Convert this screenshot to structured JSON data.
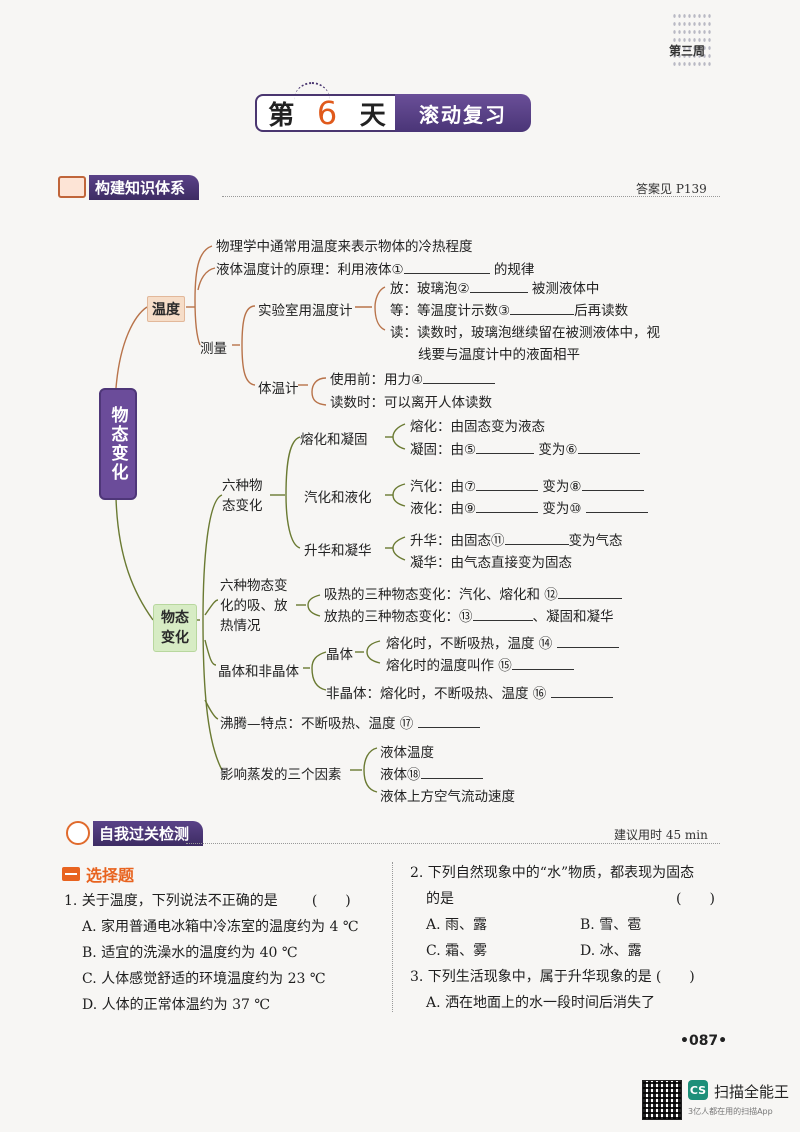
{
  "header": {
    "week": "第三周"
  },
  "title": {
    "prefix": "第",
    "day": "6",
    "suffix": "天",
    "subtitle": "滚动复习"
  },
  "section1": {
    "label": "构建知识体系",
    "answer_ref": "答案见 P139"
  },
  "mindmap": {
    "root": "物态变化",
    "temp": {
      "label": "温度",
      "def": "物理学中通常用温度来表示物体的冷热程度",
      "principle_pre": "液体温度计的原理：利用液体①",
      "principle_post": "的规律",
      "measure": "测量",
      "lab": "实验室用温度计",
      "lab_put_pre": "放：玻璃泡②",
      "lab_put_post": "被测液体中",
      "lab_wait_pre": "等：等温度计示数③",
      "lab_wait_post": "后再读数",
      "lab_read_1": "读：读数时，玻璃泡继续留在被测液体中，视",
      "lab_read_2": "线要与温度计中的液面相平",
      "clinical": "体温计",
      "clin_before": "使用前：用力④",
      "clin_read": "读数时：可以离开人体读数"
    },
    "state": {
      "label": "物态变化",
      "six": "六种物态变化",
      "melt_group": "熔化和凝固",
      "melt": "熔化：由固态变为液态",
      "solidify_pre": "凝固：由⑤",
      "solidify_mid": "变为⑥",
      "vapor_group": "汽化和液化",
      "vapor_pre": "汽化：由⑦",
      "vapor_mid": "变为⑧",
      "liquefy_pre": "液化：由⑨",
      "liquefy_mid": "变为⑩",
      "sub_group": "升华和凝华",
      "sub_pre": "升华：由固态⑪",
      "sub_post": "变为气态",
      "desub": "凝华：由气态直接变为固态",
      "heat_group": "六种物态变化的吸、放热情况",
      "absorb_pre": "吸热的三种物态变化：汽化、熔化和 ⑫",
      "release_pre": "放热的三种物态变化：⑬",
      "release_post": "、凝固和凝华",
      "crystal_group": "晶体和非晶体",
      "crystal": "晶体",
      "crystal_1": "熔化时，不断吸热，温度 ⑭",
      "crystal_2": "熔化时的温度叫作 ⑮",
      "noncrystal": "非晶体：熔化时，不断吸热、温度 ⑯",
      "boil": "沸腾—特点：不断吸热、温度 ⑰",
      "evap_group": "影响蒸发的三个因素",
      "evap_1": "液体温度",
      "evap_2": "液体⑱",
      "evap_3": "液体上方空气流动速度"
    }
  },
  "section2": {
    "label": "自我过关检测",
    "time": "建议用时 45 min"
  },
  "questions": {
    "type_label": "选择题",
    "q1": {
      "stem": "1. 关于温度，下列说法不正确的是",
      "paren": "(　　)",
      "options": [
        "A. 家用普通电冰箱中冷冻室的温度约为 4 ℃",
        "B. 适宜的洗澡水的温度约为 40 ℃",
        "C. 人体感觉舒适的环境温度约为 23 ℃",
        "D. 人体的正常体温约为 37 ℃"
      ]
    },
    "q2": {
      "stem": "2. 下列自然现象中的“水”物质，都表现为固态",
      "stem2": "的是",
      "paren": "(　　)",
      "options": [
        "A. 雨、露",
        "B. 雪、雹",
        "C. 霜、雾",
        "D. 冰、露"
      ]
    },
    "q3": {
      "stem": "3. 下列生活现象中，属于升华现象的是",
      "paren": "(　　)",
      "options": [
        "A. 洒在地面上的水一段时间后消失了"
      ]
    }
  },
  "footer": {
    "page": "•087•",
    "app_name": "扫描全能王",
    "app_tagline": "3亿人都在用的扫描App",
    "app_icon": "CS"
  }
}
